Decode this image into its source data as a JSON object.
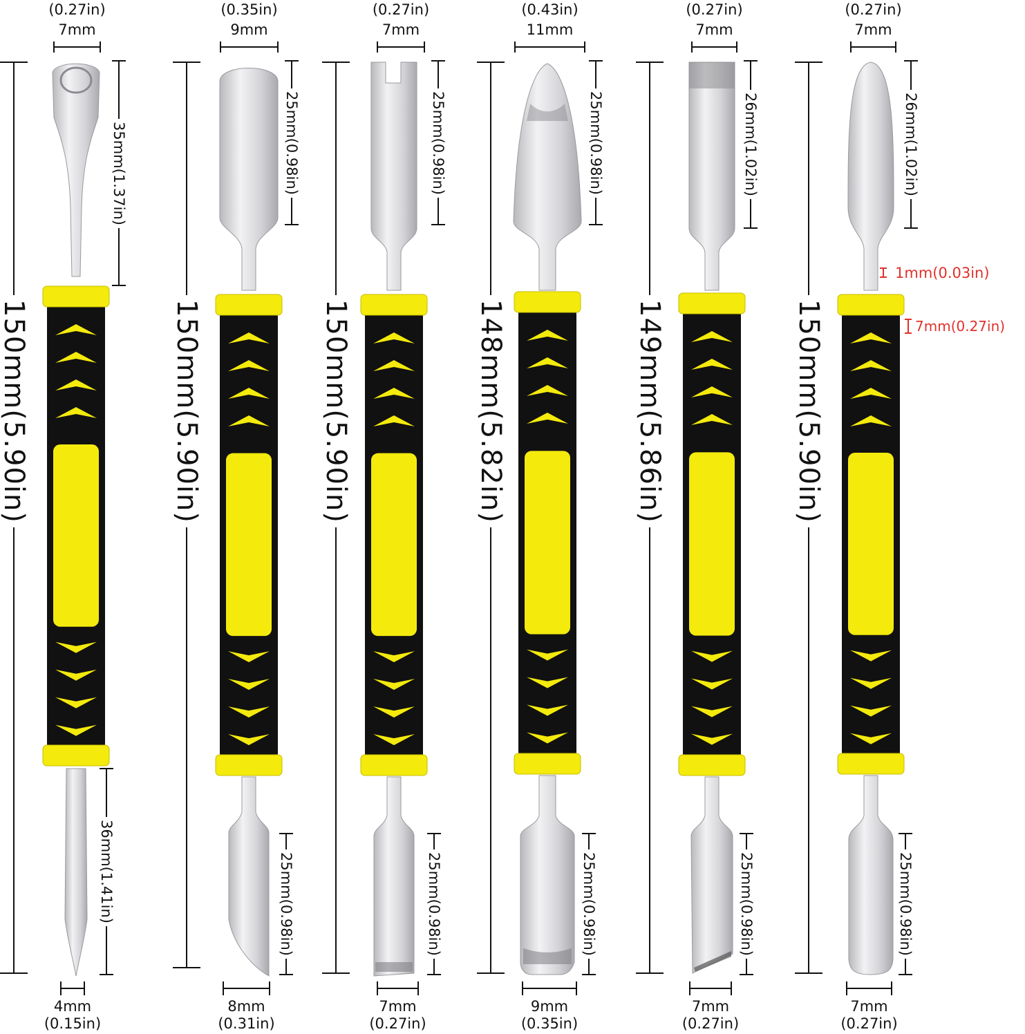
{
  "colors": {
    "handle_yellow": "#f4ea0c",
    "handle_black": "#111111",
    "steel": "#d9d9dc",
    "dim_line": "#111111",
    "note_red": "#e0312b"
  },
  "tools": [
    {
      "id": "tool-1",
      "top_width_in": "(0.27in)",
      "top_width_mm": "7mm",
      "top_length": "35mm(1.37in)",
      "total_length": "150mm(5.90in)",
      "bottom_length": "36mm(1.41in)",
      "bottom_width_mm": "4mm",
      "bottom_width_in": "(0.15in)"
    },
    {
      "id": "tool-2",
      "top_width_in": "(0.35in)",
      "top_width_mm": "9mm",
      "top_length": "25mm(0.98in)",
      "total_length": "150mm(5.90in)",
      "bottom_length": "25mm(0.98in)",
      "bottom_width_mm": "8mm",
      "bottom_width_in": "(0.31in)"
    },
    {
      "id": "tool-3",
      "top_width_in": "(0.27in)",
      "top_width_mm": "7mm",
      "top_length": "25mm(0.98in)",
      "total_length": "150mm(5.90in)",
      "bottom_length": "25mm(0.98in)",
      "bottom_width_mm": "7mm",
      "bottom_width_in": "(0.27in)"
    },
    {
      "id": "tool-4",
      "top_width_in": "(0.43in)",
      "top_width_mm": "11mm",
      "top_length": "25mm(0.98in)",
      "total_length": "148mm(5.82in)",
      "bottom_length": "25mm(0.98in)",
      "bottom_width_mm": "9mm",
      "bottom_width_in": "(0.35in)"
    },
    {
      "id": "tool-5",
      "top_width_in": "(0.27in)",
      "top_width_mm": "7mm",
      "top_length": "26mm(1.02in)",
      "total_length": "149mm(5.86in)",
      "bottom_length": "25mm(0.98in)",
      "bottom_width_mm": "7mm",
      "bottom_width_in": "(0.27in)"
    },
    {
      "id": "tool-6",
      "top_width_in": "(0.27in)",
      "top_width_mm": "7mm",
      "top_length": "26mm(1.02in)",
      "total_length": "150mm(5.90in)",
      "bottom_length": "25mm(0.98in)",
      "bottom_width_mm": "7mm",
      "bottom_width_in": "(0.27in)"
    }
  ],
  "notes": {
    "shaft_gap": "1mm(0.03in)",
    "cap_height": "7mm(0.27in)"
  }
}
